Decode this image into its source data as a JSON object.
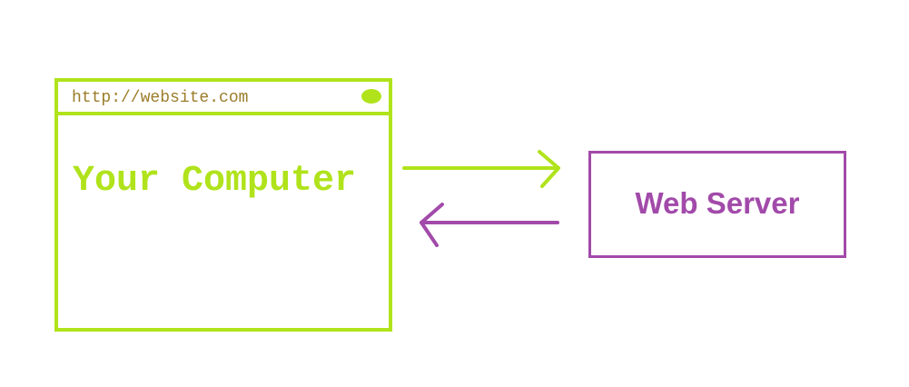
{
  "browser": {
    "url": "http://website.com",
    "label": "Your Computer"
  },
  "server": {
    "label": "Web Server"
  },
  "colors": {
    "client": "#b0e31b",
    "url_text": "#9b7d2a",
    "server": "#a24aaa",
    "background": "#ffffff"
  },
  "arrows": [
    {
      "from": "Your Computer",
      "to": "Web Server"
    },
    {
      "from": "Web Server",
      "to": "Your Computer"
    }
  ]
}
